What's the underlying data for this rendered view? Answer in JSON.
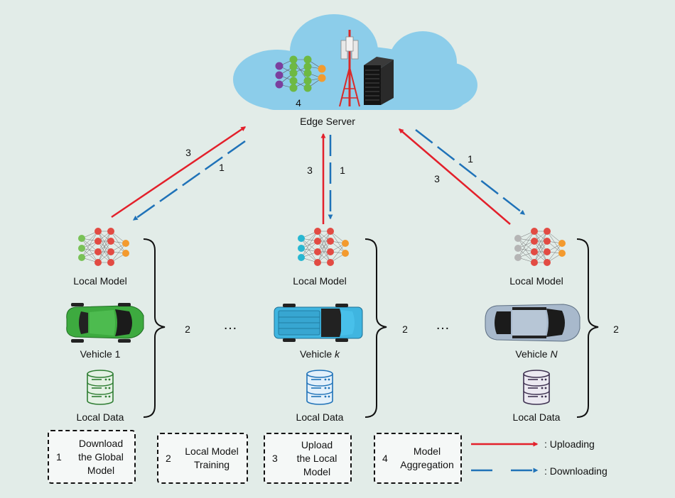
{
  "server": {
    "label": "Edge Server",
    "step": "4"
  },
  "colors": {
    "uploading": "#e3202b",
    "downloading": "#1f72b8",
    "background": "#e2ece8",
    "cloud": "#8ccdea"
  },
  "arrows": {
    "left_upload": "3",
    "left_download": "1",
    "mid_upload": "3",
    "mid_download": "1",
    "right_download": "1",
    "right_upload": "3"
  },
  "vehicles": [
    {
      "model_label": "Local Model",
      "name": "Vehicle 1",
      "data_label": "Local Data",
      "brace_label": "2",
      "car_color": "#3daa3f",
      "input_node_color": "#79c257"
    },
    {
      "model_label": "Local Model",
      "name_prefix": "Vehicle ",
      "name_var": "k",
      "data_label": "Local Data",
      "brace_label": "2",
      "car_color": "#3fb5e0",
      "input_node_color": "#28b7d1"
    },
    {
      "model_label": "Local Model",
      "name_prefix": "Vehicle ",
      "name_var": "N",
      "data_label": "Local Data",
      "brace_label": "2",
      "car_color": "#a8b9cc",
      "input_node_color": "#b5b5b5"
    }
  ],
  "ellipsis": [
    "…",
    "…"
  ],
  "steps": [
    {
      "num": "1",
      "text_lines": [
        "Download",
        "the Global",
        "Model"
      ]
    },
    {
      "num": "2",
      "text_lines": [
        "Local Model",
        "Training"
      ]
    },
    {
      "num": "3",
      "text_lines": [
        "Upload",
        "the Local",
        "Model"
      ]
    },
    {
      "num": "4",
      "text_lines": [
        "Model",
        "Aggregation"
      ]
    }
  ],
  "legend": {
    "uploading": ": Uploading",
    "downloading": ": Downloading"
  }
}
